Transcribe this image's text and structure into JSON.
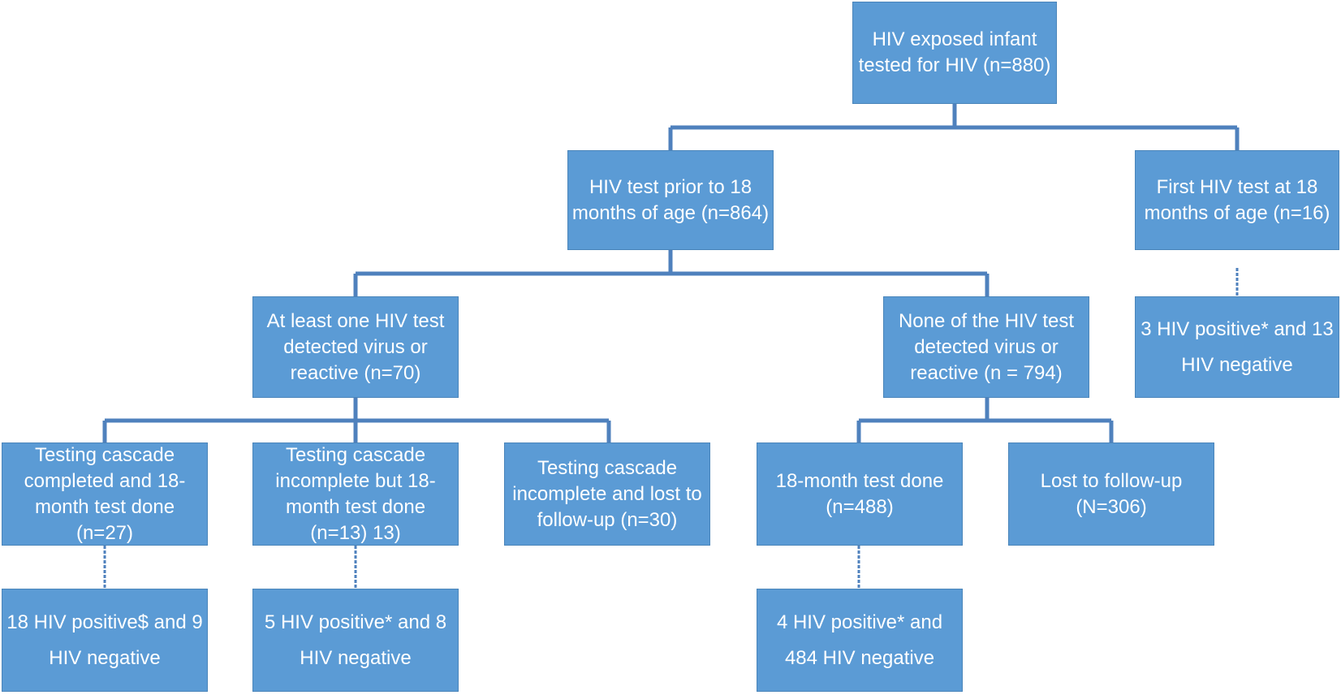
{
  "nodes": {
    "root": "HIV exposed infant tested for HIV (n=880)",
    "prior18": "HIV test prior to 18 months of age (n=864)",
    "first18": "First HIV test at 18 months of age (n=16)",
    "first18_result": "3 HIV positive* and 13 HIV negative",
    "atleast": "At least one HIV test detected virus or reactive (n=70)",
    "none": "None of the HIV test detected virus or reactive (n = 794)",
    "tc_completed": "Testing cascade completed and 18-month test done (n=27)",
    "tc_incomplete18": "Testing cascade incomplete but 18-month test done (n=13) 13)",
    "tc_lost": "Testing cascade incomplete and lost to follow-up (n=30)",
    "m18_done": "18-month test done (n=488)",
    "lost": "Lost to follow-up (N=306)",
    "res_completed": "18 HIV positive$ and 9 HIV negative",
    "res_incomplete18": "5 HIV positive* and 8 HIV negative",
    "res_m18": "4 HIV positive* and 484 HIV negative"
  },
  "colors": {
    "box_fill": "#5b9bd5",
    "box_border": "#4a85ba",
    "connector": "#4f81bd",
    "text": "#ffffff"
  }
}
